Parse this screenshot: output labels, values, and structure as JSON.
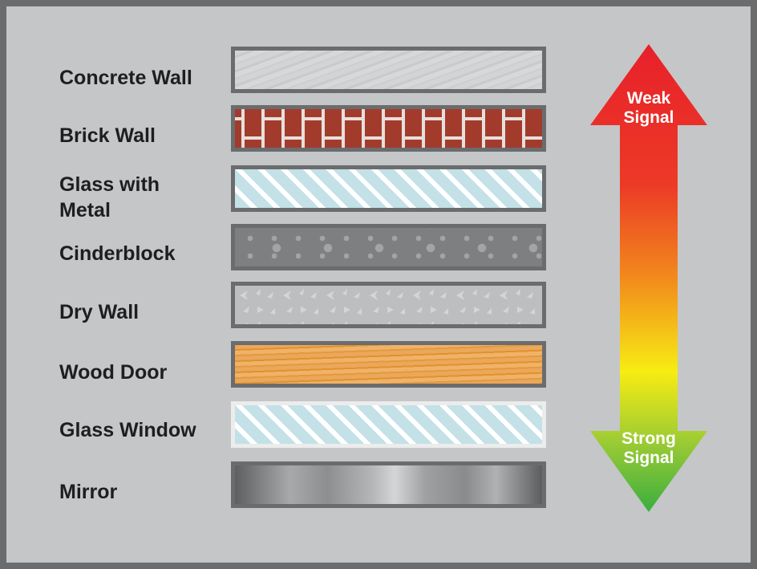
{
  "materials": [
    {
      "label": "Concrete Wall",
      "pattern": "concrete"
    },
    {
      "label": "Brick Wall",
      "pattern": "brick"
    },
    {
      "label_line1": "Glass with",
      "label_line2": "Metal",
      "pattern": "glass"
    },
    {
      "label": "Cinderblock",
      "pattern": "cinder"
    },
    {
      "label": "Dry Wall",
      "pattern": "drywall"
    },
    {
      "label": "Wood Door",
      "pattern": "wood"
    },
    {
      "label": "Glass Window",
      "pattern": "glass"
    },
    {
      "label": "Mirror",
      "pattern": "mirror"
    }
  ],
  "arrow": {
    "top_line1": "Weak",
    "top_line2": "Signal",
    "bottom_line1": "Strong",
    "bottom_line2": "Signal",
    "colors": {
      "top": "#e8202a",
      "middle": "#f7ec13",
      "bottom": "#3aae3f"
    }
  }
}
